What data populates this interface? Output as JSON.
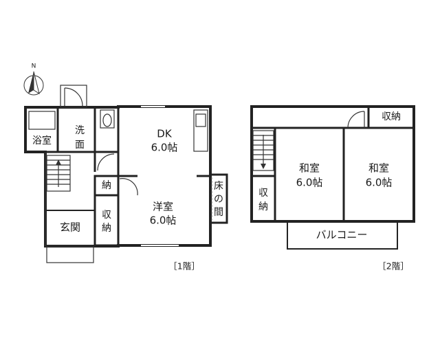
{
  "compass": {
    "label": "N",
    "icon": "north-arrow-icon"
  },
  "floor1": {
    "caption": "［1階］",
    "rooms": {
      "bath": "浴室",
      "washroom_line1": "洗",
      "washroom_line2": "面",
      "dk_name": "DK",
      "dk_size": "6.0帖",
      "western_name": "洋室",
      "western_size": "6.0帖",
      "storage_small": "納",
      "storage_line1": "収",
      "storage_line2": "納",
      "alcove_line1": "床",
      "alcove_line2": "の",
      "alcove_line3": "間",
      "entrance": "玄関"
    }
  },
  "floor2": {
    "caption": "［2階］",
    "rooms": {
      "storage_top": "収納",
      "japanese1_name": "和室",
      "japanese1_size": "6.0帖",
      "japanese2_name": "和室",
      "japanese2_size": "6.0帖",
      "storage_line1": "収",
      "storage_line2": "納",
      "balcony": "バルコニー"
    }
  },
  "colors": {
    "wall": "#222222",
    "background": "#ffffff",
    "line": "#333333"
  }
}
